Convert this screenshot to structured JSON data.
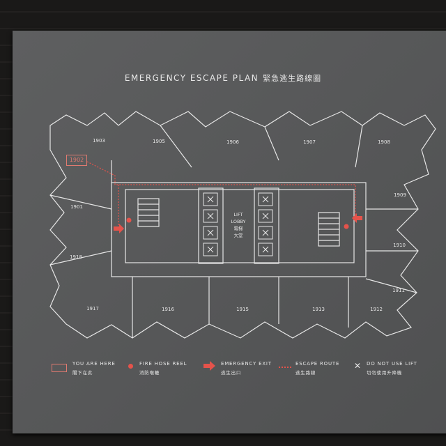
{
  "title": {
    "en": "EMERGENCY ESCAPE PLAN",
    "zh": "緊急逃生路線圖"
  },
  "rooms": {
    "r1903": "1903",
    "r1905": "1905",
    "r1906": "1906",
    "r1907": "1907",
    "r1908": "1908",
    "r1901": "1901",
    "r1909": "1909",
    "r1918": "1918",
    "r1910": "1910",
    "r1911": "1911",
    "r1917": "1917",
    "r1916": "1916",
    "r1915": "1915",
    "r1913": "1913",
    "r1912": "1912"
  },
  "you_are_here_room": "1902",
  "lift_lobby": {
    "en1": "LIFT",
    "en2": "LOBBY",
    "zh1": "電梯",
    "zh2": "大堂"
  },
  "legend": [
    {
      "en": "YOU ARE HERE",
      "zh": "閣下在此"
    },
    {
      "en": "FIRE HOSE REEL",
      "zh": "消防喉轆"
    },
    {
      "en": "EMERGENCY EXIT",
      "zh": "逃生出口"
    },
    {
      "en": "ESCAPE ROUTE",
      "zh": "逃生路線"
    },
    {
      "en": "DO NOT USE LIFT",
      "zh": "切勿使用升降機"
    }
  ],
  "colors": {
    "accent": "#e5534b",
    "lines": "#e6e6e6",
    "panel": "#58595a"
  }
}
